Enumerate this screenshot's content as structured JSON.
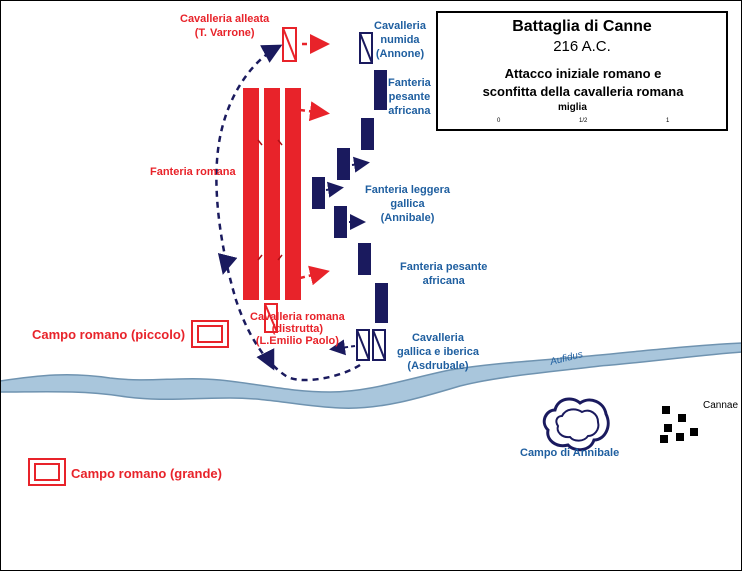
{
  "title_box": {
    "title": "Battaglia di Canne",
    "date": "216 A.C.",
    "subtitle_line1": "Attacco iniziale romano e",
    "subtitle_line2": "sconfitta della cavalleria romana",
    "scale_label": "miglia",
    "scale_ticks": [
      "0",
      "1/2",
      "1"
    ]
  },
  "labels": {
    "cav_alleata_1": "Cavalleria alleata",
    "cav_alleata_2": "(T. Varrone)",
    "fanteria_romana": "Fanteria romana",
    "cav_romana_1": "Cavalleria romana",
    "cav_romana_2": "(distrutta)",
    "cav_romana_3": "(L.Emilio Paolo)",
    "cav_numida_1": "Cavalleria",
    "cav_numida_2": "numida",
    "cav_numida_3": "(Annone)",
    "fant_pes_afr_top_1": "Fanteria",
    "fant_pes_afr_top_2": "pesante",
    "fant_pes_afr_top_3": "africana",
    "fant_leggera_1": "Fanteria leggera",
    "fant_leggera_2": "gallica",
    "fant_leggera_3": "(Annibale)",
    "fant_pes_afr_bot_1": "Fanteria pesante",
    "fant_pes_afr_bot_2": "africana",
    "cav_gallica_1": "Cavalleria",
    "cav_gallica_2": "gallica e iberica",
    "cav_gallica_3": "(Asdrubale)",
    "river": "Aufidus",
    "campo_piccolo": "Campo romano (piccolo)",
    "campo_grande": "Campo romano (grande)",
    "campo_annibale": "Campo di Annibale",
    "cannae": "Cannae"
  },
  "colors": {
    "roman": "#e8232a",
    "carthaginian": "#1a1a5e",
    "river_fill": "#a9c6dc",
    "river_stroke": "#6f93b0",
    "label_blue": "#1f5fa0"
  },
  "icons": [
    "north-arrow-icon",
    "compass-rose-icon"
  ]
}
